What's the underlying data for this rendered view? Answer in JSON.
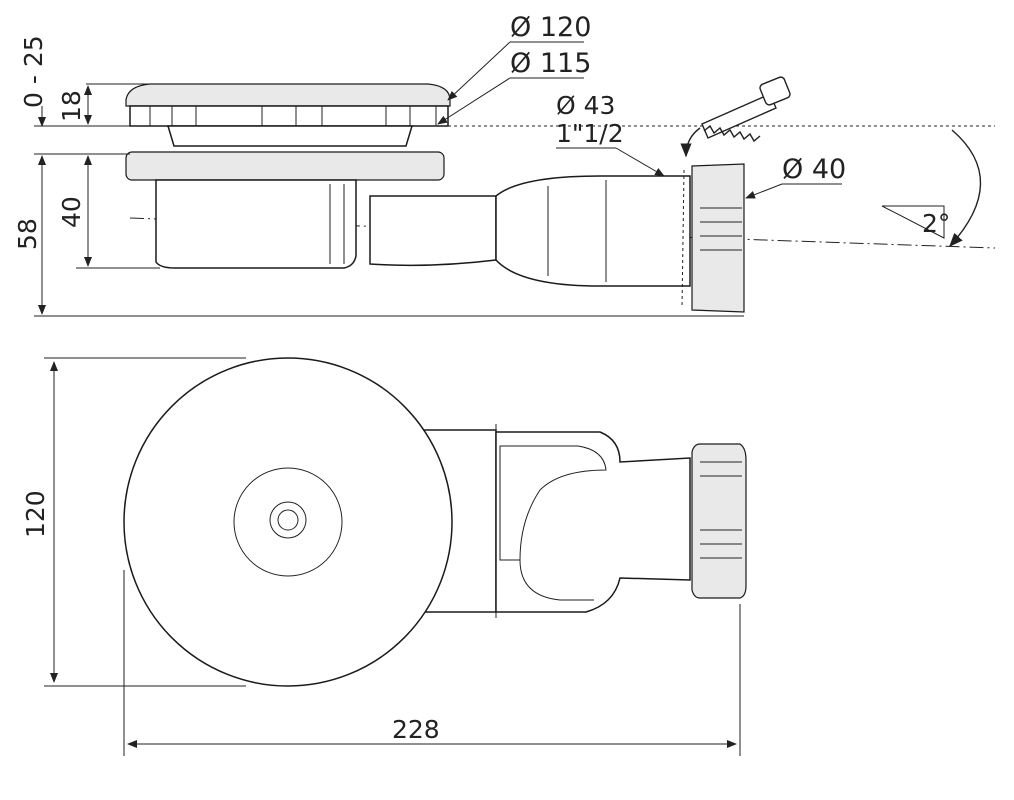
{
  "labels": {
    "dia_120": "Ø 120",
    "dia_115": "Ø 115",
    "dia_43": "Ø 43",
    "thread": "1\"1/2",
    "dia_40": "Ø 40",
    "angle": "2°",
    "range_0_25": "0 - 25",
    "h_18": "18",
    "h_40": "40",
    "h_58": "58",
    "width_120": "120",
    "length_228": "228"
  }
}
